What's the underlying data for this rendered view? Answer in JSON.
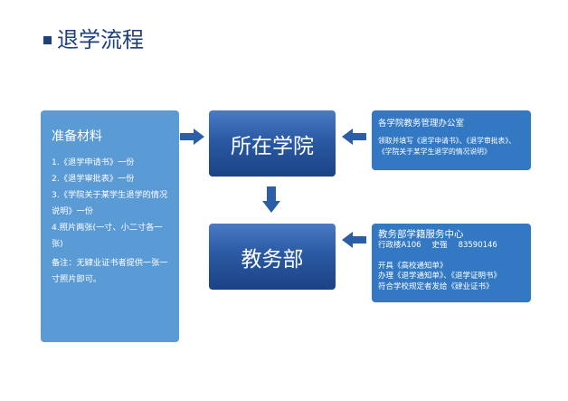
{
  "title": "退学流程",
  "materials": {
    "title": "准备材料",
    "items": [
      "1.《退学申请书》一份",
      "2.《退学审批表》一份",
      "3.《学院关于某学生退学的情况说明》一份",
      "4.照片两张(一寸、小二寸各一张)"
    ],
    "note": "备注：无肄业证书者提供一张一寸照片即可。"
  },
  "steps": {
    "step1": "所在学院",
    "step2": "教务部"
  },
  "offices": {
    "college": {
      "name": "各学院教务管理办公室",
      "desc": "领取并填写《退学申请书》、《退学审批表》、《学院关于某学生退学的情况说明》"
    },
    "registry": {
      "name": "教务部学籍服务中心",
      "location": "行政楼A106",
      "contact_name": "史强",
      "phone": "83590146",
      "lines": [
        "开具《高校通知单》",
        "办理《退学通知单》、《退学证明书》",
        "符合学校规定者发给《肄业证书》"
      ]
    }
  },
  "colors": {
    "title": "#1f3f7a",
    "panel_light": "#5b9bd5",
    "panel_mid": "#3378c3",
    "step_dark": "#1c4285",
    "arrow": "#2c5ea8"
  }
}
